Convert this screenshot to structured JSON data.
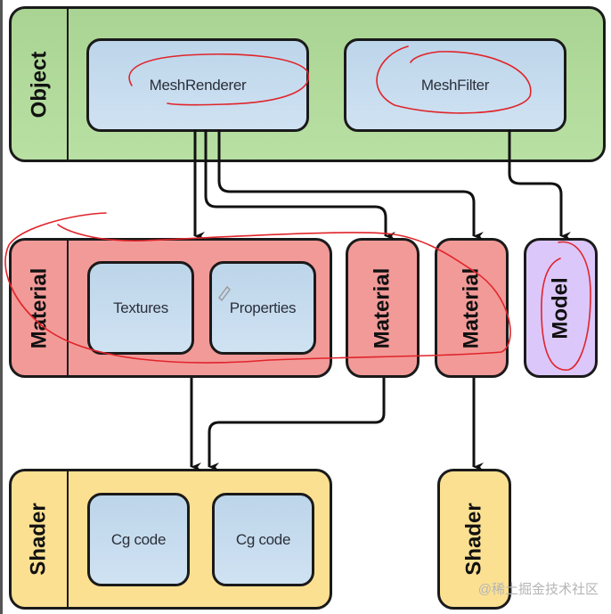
{
  "diagram": {
    "object": {
      "label": "Object",
      "components": [
        {
          "label": "MeshRenderer"
        },
        {
          "label": "MeshFilter"
        }
      ]
    },
    "material_main": {
      "label": "Material",
      "components": [
        {
          "label": "Textures"
        },
        {
          "label": "Properties"
        }
      ]
    },
    "material_2": {
      "label": "Material"
    },
    "material_3": {
      "label": "Material"
    },
    "model": {
      "label": "Model"
    },
    "shader_main": {
      "label": "Shader",
      "components": [
        {
          "label": "Cg code"
        },
        {
          "label": "Cg code"
        }
      ]
    },
    "shader_2": {
      "label": "Shader"
    },
    "edges": [
      {
        "from": "MeshRenderer",
        "to": "Material (main)"
      },
      {
        "from": "MeshRenderer",
        "to": "Material (2)"
      },
      {
        "from": "MeshRenderer",
        "to": "Material (3)"
      },
      {
        "from": "MeshFilter",
        "to": "Model"
      },
      {
        "from": "Material (main)",
        "to": "Shader (main)"
      },
      {
        "from": "Material (2)",
        "to": "Shader (main)"
      },
      {
        "from": "Material (3)",
        "to": "Shader (2)"
      }
    ],
    "colors": {
      "object": "#b3dc9e",
      "material": "#f29a98",
      "shader": "#fce092",
      "model": "#dcc7fb",
      "component": "#c8dcef",
      "annotation": "#e0242a"
    }
  },
  "watermark": "@稀土掘金技术社区"
}
